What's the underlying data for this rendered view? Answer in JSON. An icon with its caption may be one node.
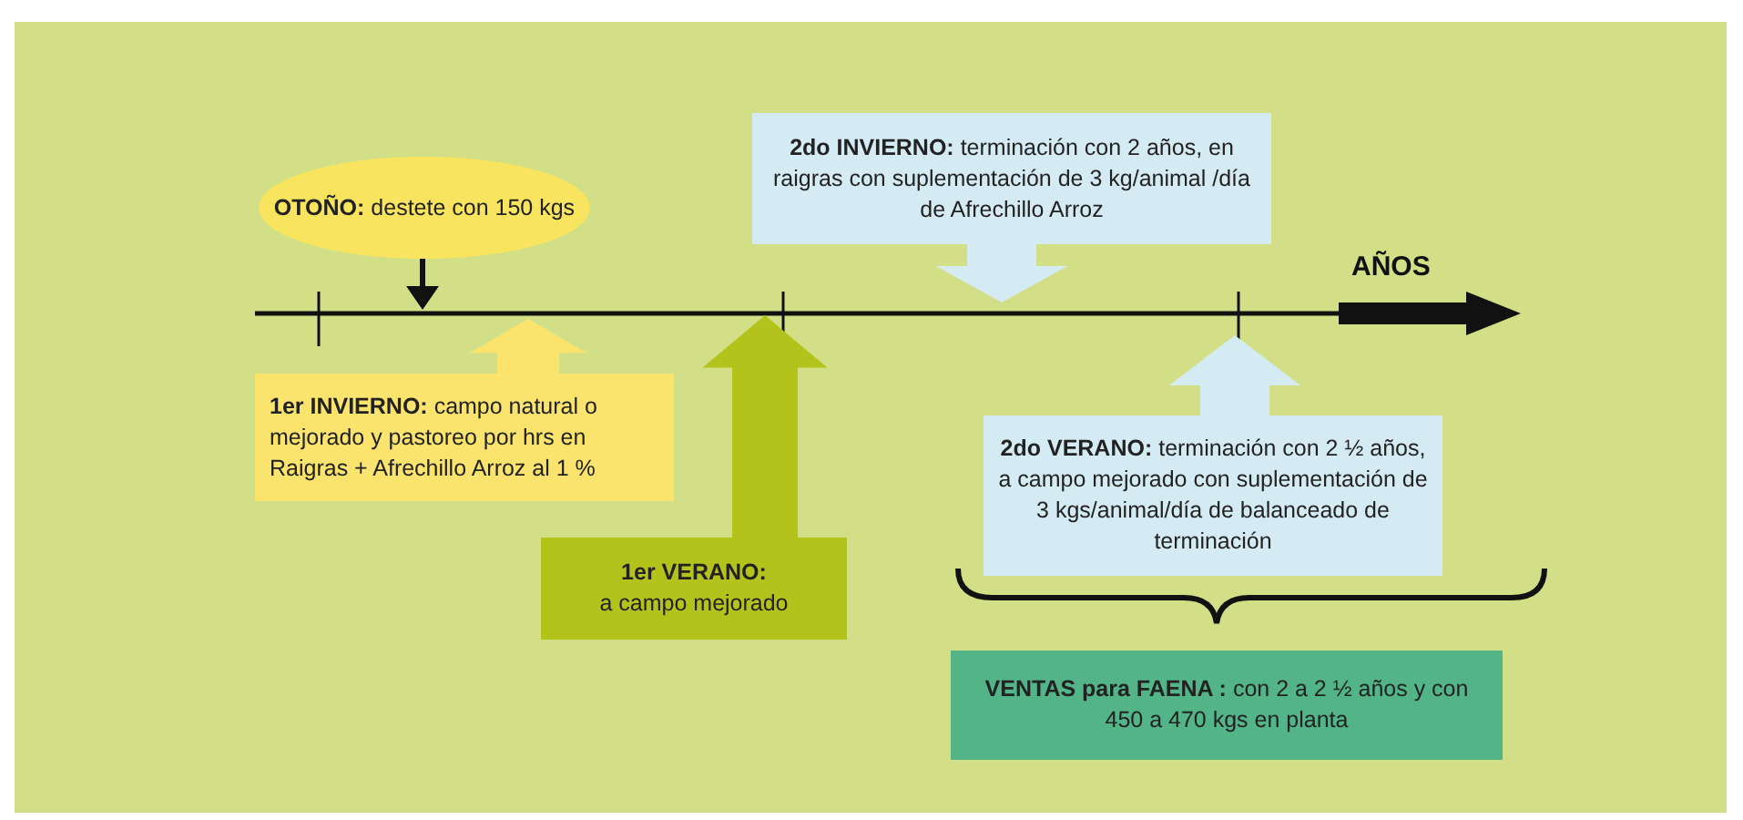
{
  "diagram": {
    "nodes": [
      {
        "text": [
          "**OTOÑO:** destete con 150 kgs"
        ]
      },
      {
        "text": [
          "**2do INVIERNO:** terminación con 2 años, en raigras con suplementación de 3 kg/animal /día de Afrechillo Arroz"
        ]
      },
      {
        "text": [
          "**1er INVIERNO:** campo natural o mejorado y pastoreo por hrs en Raigras + Afrechillo Arroz al 1 %"
        ]
      },
      {
        "text": [
          "1er VERANO:",
          "a campo mejorado"
        ]
      },
      {
        "text": [
          "**2do VERANO:** terminación con 2 ½ años, a campo mejorado con suplementación de 3 kgs/animal/día de balanceado de terminación"
        ]
      },
      {
        "text": [
          "**VENTAS para FAENA :** con 2 a 2 ½ años y con 450 a 470 kgs en planta"
        ]
      }
    ],
    "edges": [
      {
        "from": 0,
        "to": null,
        "arrow": "to"
      },
      {
        "from": 1,
        "to": null,
        "arrow": "to",
        "style": "thick",
        "color": "#d5ebf4"
      },
      {
        "from": 2,
        "to": null,
        "arrow": "to",
        "style": "thick",
        "color": "#fbe46e"
      },
      {
        "from": 3,
        "to": null,
        "arrow": "to",
        "style": "thick",
        "color": "#b3c31c"
      },
      {
        "from": 4,
        "to": null,
        "arrow": "to",
        "style": "thick",
        "color": "#d5ebf4"
      }
    ],
    "labels": [
      "AÑOS"
    ]
  }
}
